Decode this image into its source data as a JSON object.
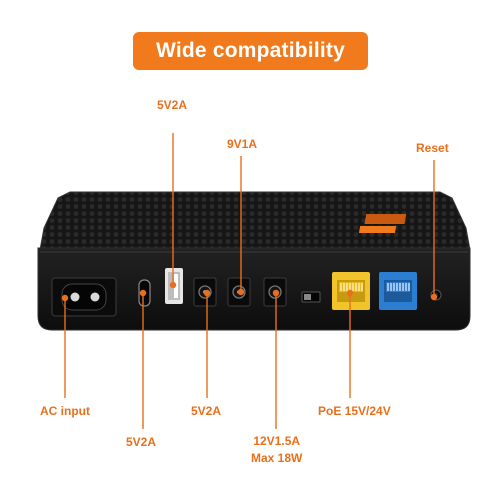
{
  "banner": {
    "title": "Wide compatibility"
  },
  "labels": {
    "top_usb": "5V2A",
    "top_9v": "9V1A",
    "reset": "Reset",
    "ac_input": "AC input",
    "typec": "5V2A",
    "dc1": "5V2A",
    "dc3_line1": "12V1.5A",
    "dc3_line2": "Max 18W",
    "poe": "PoE 15V/24V"
  },
  "colors": {
    "accent": "#f07a1c",
    "label": "#ea6f1c",
    "device_body": "#1b1b1b",
    "port_yellow": "#f2c42c",
    "port_blue": "#2b7fd3"
  },
  "icons": [
    "ac-socket-icon",
    "usb-c-port-icon",
    "usb-a-port-icon",
    "dc-jack-icon",
    "rj45-port-icon",
    "reset-button-icon"
  ]
}
